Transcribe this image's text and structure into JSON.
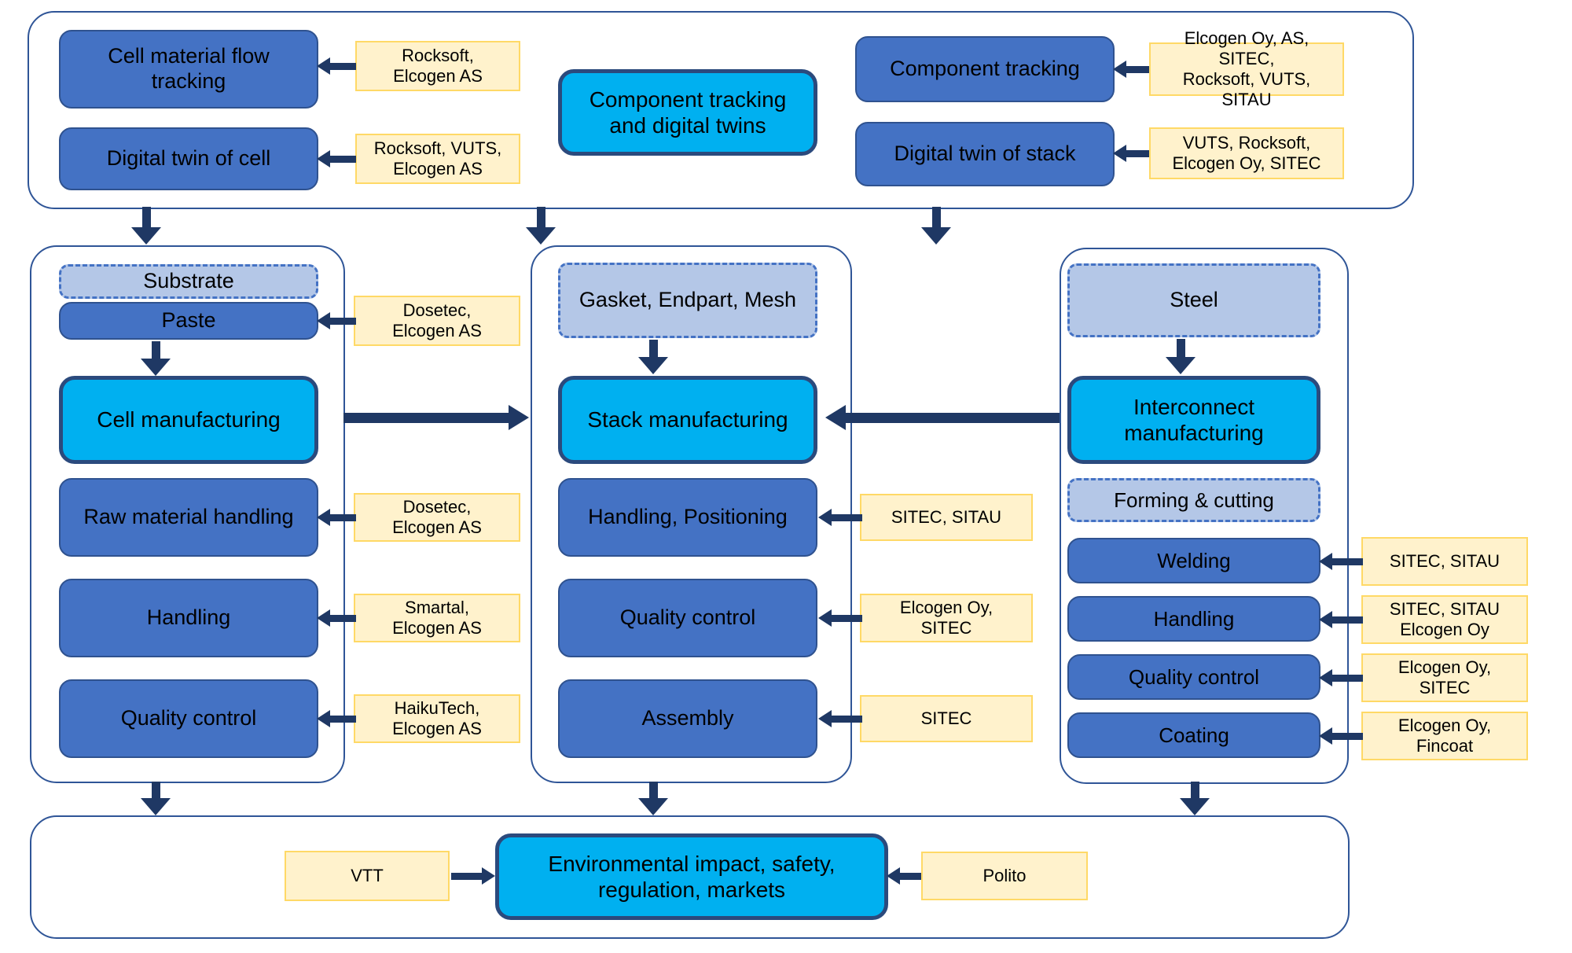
{
  "colors": {
    "box_blue": "#4472c4",
    "box_blue_border": "#2f528f",
    "box_light": "#b4c7e7",
    "box_light_border": "#4472c4",
    "box_cyan": "#00b0f0",
    "box_cyan_border": "#2b4a7d",
    "box_yellow": "#fff2cc",
    "box_yellow_border": "#ffd966",
    "arrow": "#1f3864",
    "outline": "#2f5597"
  },
  "top_section": {
    "cell_material_flow": "Cell material flow\ntracking",
    "cell_material_flow_partners": "Rocksoft,\nElcogen AS",
    "digital_twin_cell": "Digital twin of cell",
    "digital_twin_cell_partners": "Rocksoft, VUTS,\nElcogen AS",
    "hub": "Component tracking\nand digital twins",
    "component_tracking": "Component tracking",
    "component_tracking_partners": "Elcogen Oy, AS, SITEC,\nRocksoft, VUTS, SITAU",
    "digital_twin_stack": "Digital twin of stack",
    "digital_twin_stack_partners": "VUTS, Rocksoft,\nElcogen Oy, SITEC"
  },
  "cell_column": {
    "input_substrate": "Substrate",
    "input_paste": "Paste",
    "paste_partners": "Dosetec,\nElcogen AS",
    "main": "Cell manufacturing",
    "steps": [
      {
        "label": "Raw material handling",
        "partners": "Dosetec,\nElcogen AS"
      },
      {
        "label": "Handling",
        "partners": "Smartal,\nElcogen AS"
      },
      {
        "label": "Quality control",
        "partners": "HaikuTech,\nElcogen AS"
      }
    ]
  },
  "stack_column": {
    "input": "Gasket, Endpart, Mesh",
    "main": "Stack manufacturing",
    "steps": [
      {
        "label": "Handling, Positioning",
        "partners": "SITEC, SITAU"
      },
      {
        "label": "Quality control",
        "partners": "Elcogen Oy,\nSITEC"
      },
      {
        "label": "Assembly",
        "partners": "SITEC"
      }
    ]
  },
  "interconnect_column": {
    "input": "Steel",
    "main": "Interconnect\nmanufacturing",
    "forming": "Forming & cutting",
    "steps": [
      {
        "label": "Welding",
        "partners": "SITEC, SITAU"
      },
      {
        "label": "Handling",
        "partners": "SITEC, SITAU\nElcogen Oy"
      },
      {
        "label": "Quality control",
        "partners": "Elcogen Oy,\nSITEC"
      },
      {
        "label": "Coating",
        "partners": "Elcogen Oy,\nFincoat"
      }
    ]
  },
  "bottom_section": {
    "left_partner": "VTT",
    "main": "Environmental impact, safety,\nregulation, markets",
    "right_partner": "Polito"
  }
}
